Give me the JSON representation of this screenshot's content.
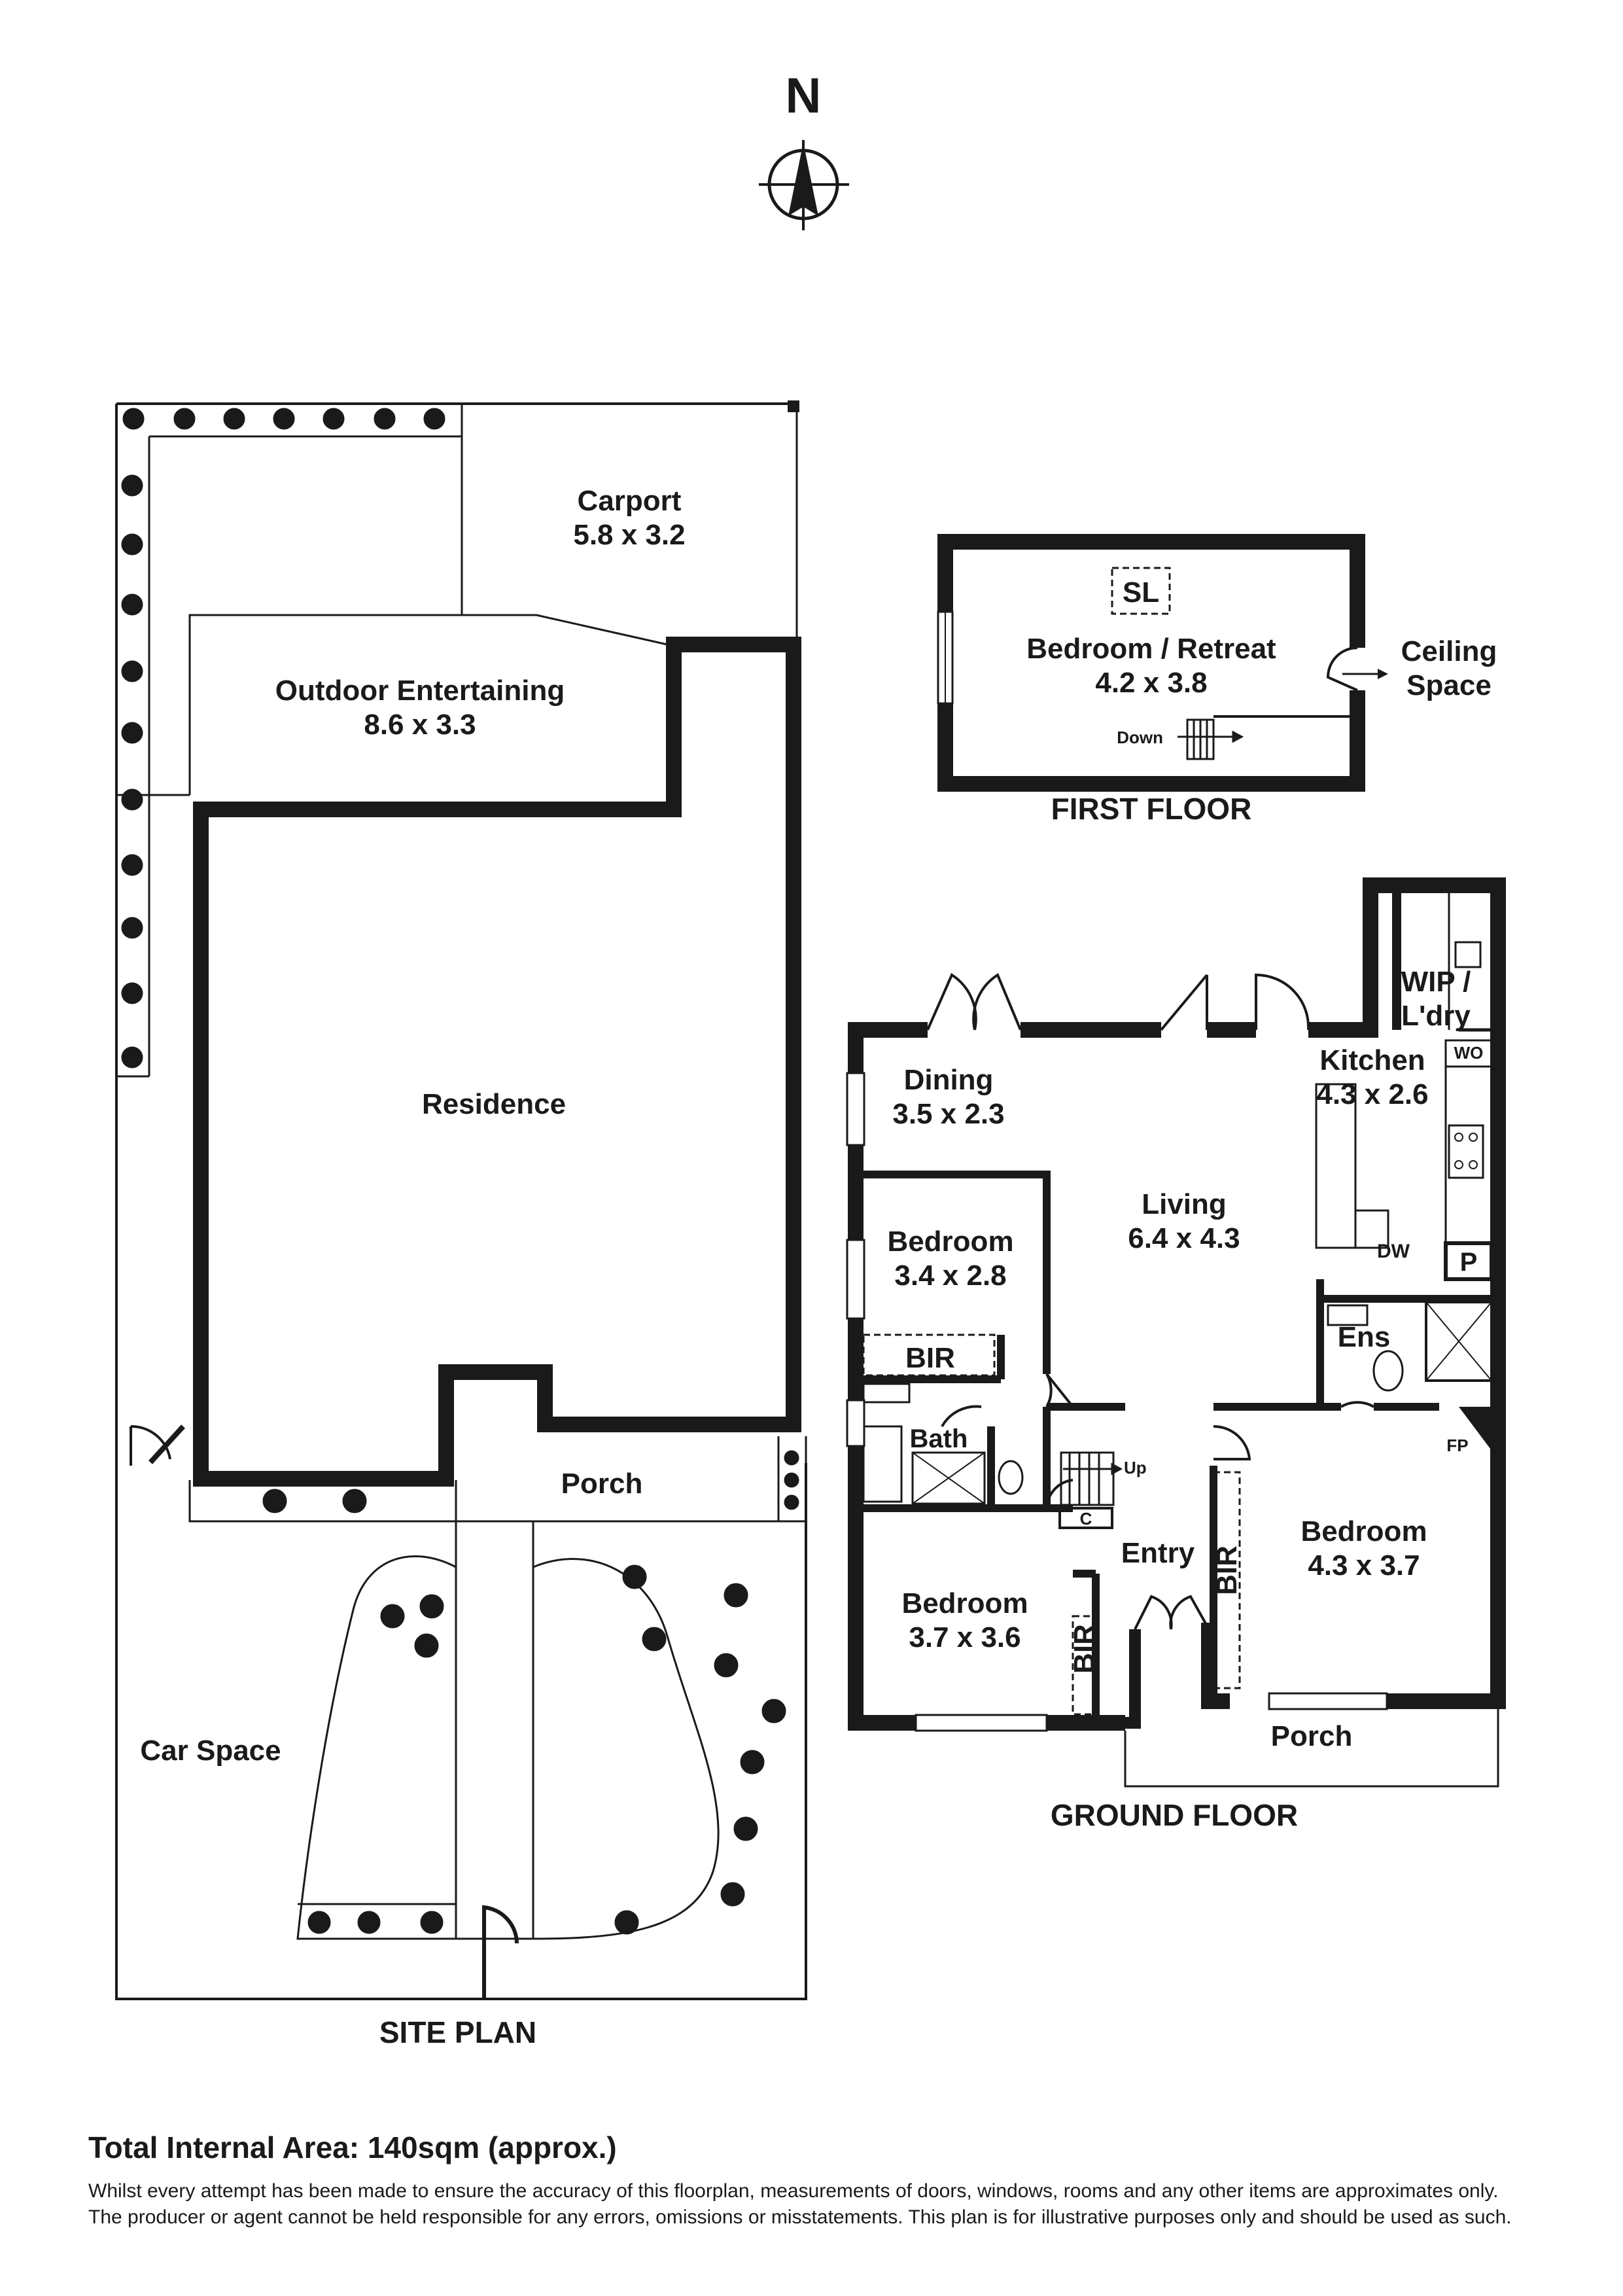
{
  "compass": {
    "label": "N"
  },
  "site_plan": {
    "title": "SITE PLAN",
    "carport": {
      "name": "Carport",
      "size": "5.8 x 3.2"
    },
    "outdoor": {
      "name": "Outdoor Entertaining",
      "size": "8.6 x 3.3"
    },
    "residence": {
      "name": "Residence"
    },
    "porch": {
      "name": "Porch"
    },
    "car_space": {
      "name": "Car Space"
    }
  },
  "first_floor": {
    "title": "FIRST FLOOR",
    "skylight": "SL",
    "bedroom": {
      "name": "Bedroom / Retreat",
      "size": "4.2 x 3.8"
    },
    "ceiling_line1": "Ceiling",
    "ceiling_line2": "Space",
    "stairs_down": "Down"
  },
  "ground_floor": {
    "title": "GROUND FLOOR",
    "dining": {
      "name": "Dining",
      "size": "3.5 x 2.3"
    },
    "living": {
      "name": "Living",
      "size": "6.4 x 4.3"
    },
    "kitchen": {
      "name": "Kitchen",
      "size": "4.3 x 2.6"
    },
    "wip_line1": "WIP /",
    "wip_line2": "L'dry",
    "wo": "WO",
    "dw": "DW",
    "pantry": "P",
    "bedroom2": {
      "name": "Bedroom",
      "size": "3.4 x 2.8"
    },
    "bir_left": "BIR",
    "bath": "Bath",
    "stairs_up": "Up",
    "cupboard": "C",
    "ensuite": "Ens",
    "fireplace": "FP",
    "entry": "Entry",
    "bir_mid": "BIR",
    "bir_bed3": "BIR",
    "bedroom3": {
      "name": "Bedroom",
      "size": "3.7 x 3.6"
    },
    "master": {
      "name": "Bedroom",
      "size": "4.3 x 3.7"
    },
    "porch": "Porch"
  },
  "footer": {
    "area": "Total Internal Area: 140sqm (approx.)",
    "disclaimer1": "Whilst every attempt has been made to ensure the accuracy of this floorplan, measurements of doors, windows, rooms and any other items are approximates only.",
    "disclaimer2": "The producer or agent cannot be held responsible for any errors, omissions or misstatements. This plan is for illustrative purposes only and should be used as such."
  }
}
